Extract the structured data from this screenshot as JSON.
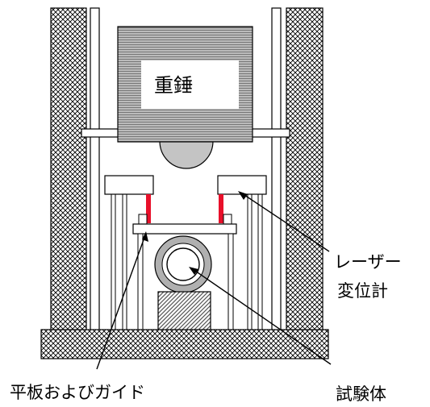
{
  "labels": {
    "weight": "重錘",
    "laser_line1": "レーザー",
    "laser_line2": "変位計",
    "plate_guide": "平板およびガイド",
    "specimen": "試験体"
  },
  "colors": {
    "laser_beam": "#e8102a",
    "wall_pattern": "#000000",
    "weight_stripe": "#777777",
    "hemisphere": "#c4c4c4",
    "specimen_ring": "#b0b0b0",
    "support_block": "#555555"
  }
}
